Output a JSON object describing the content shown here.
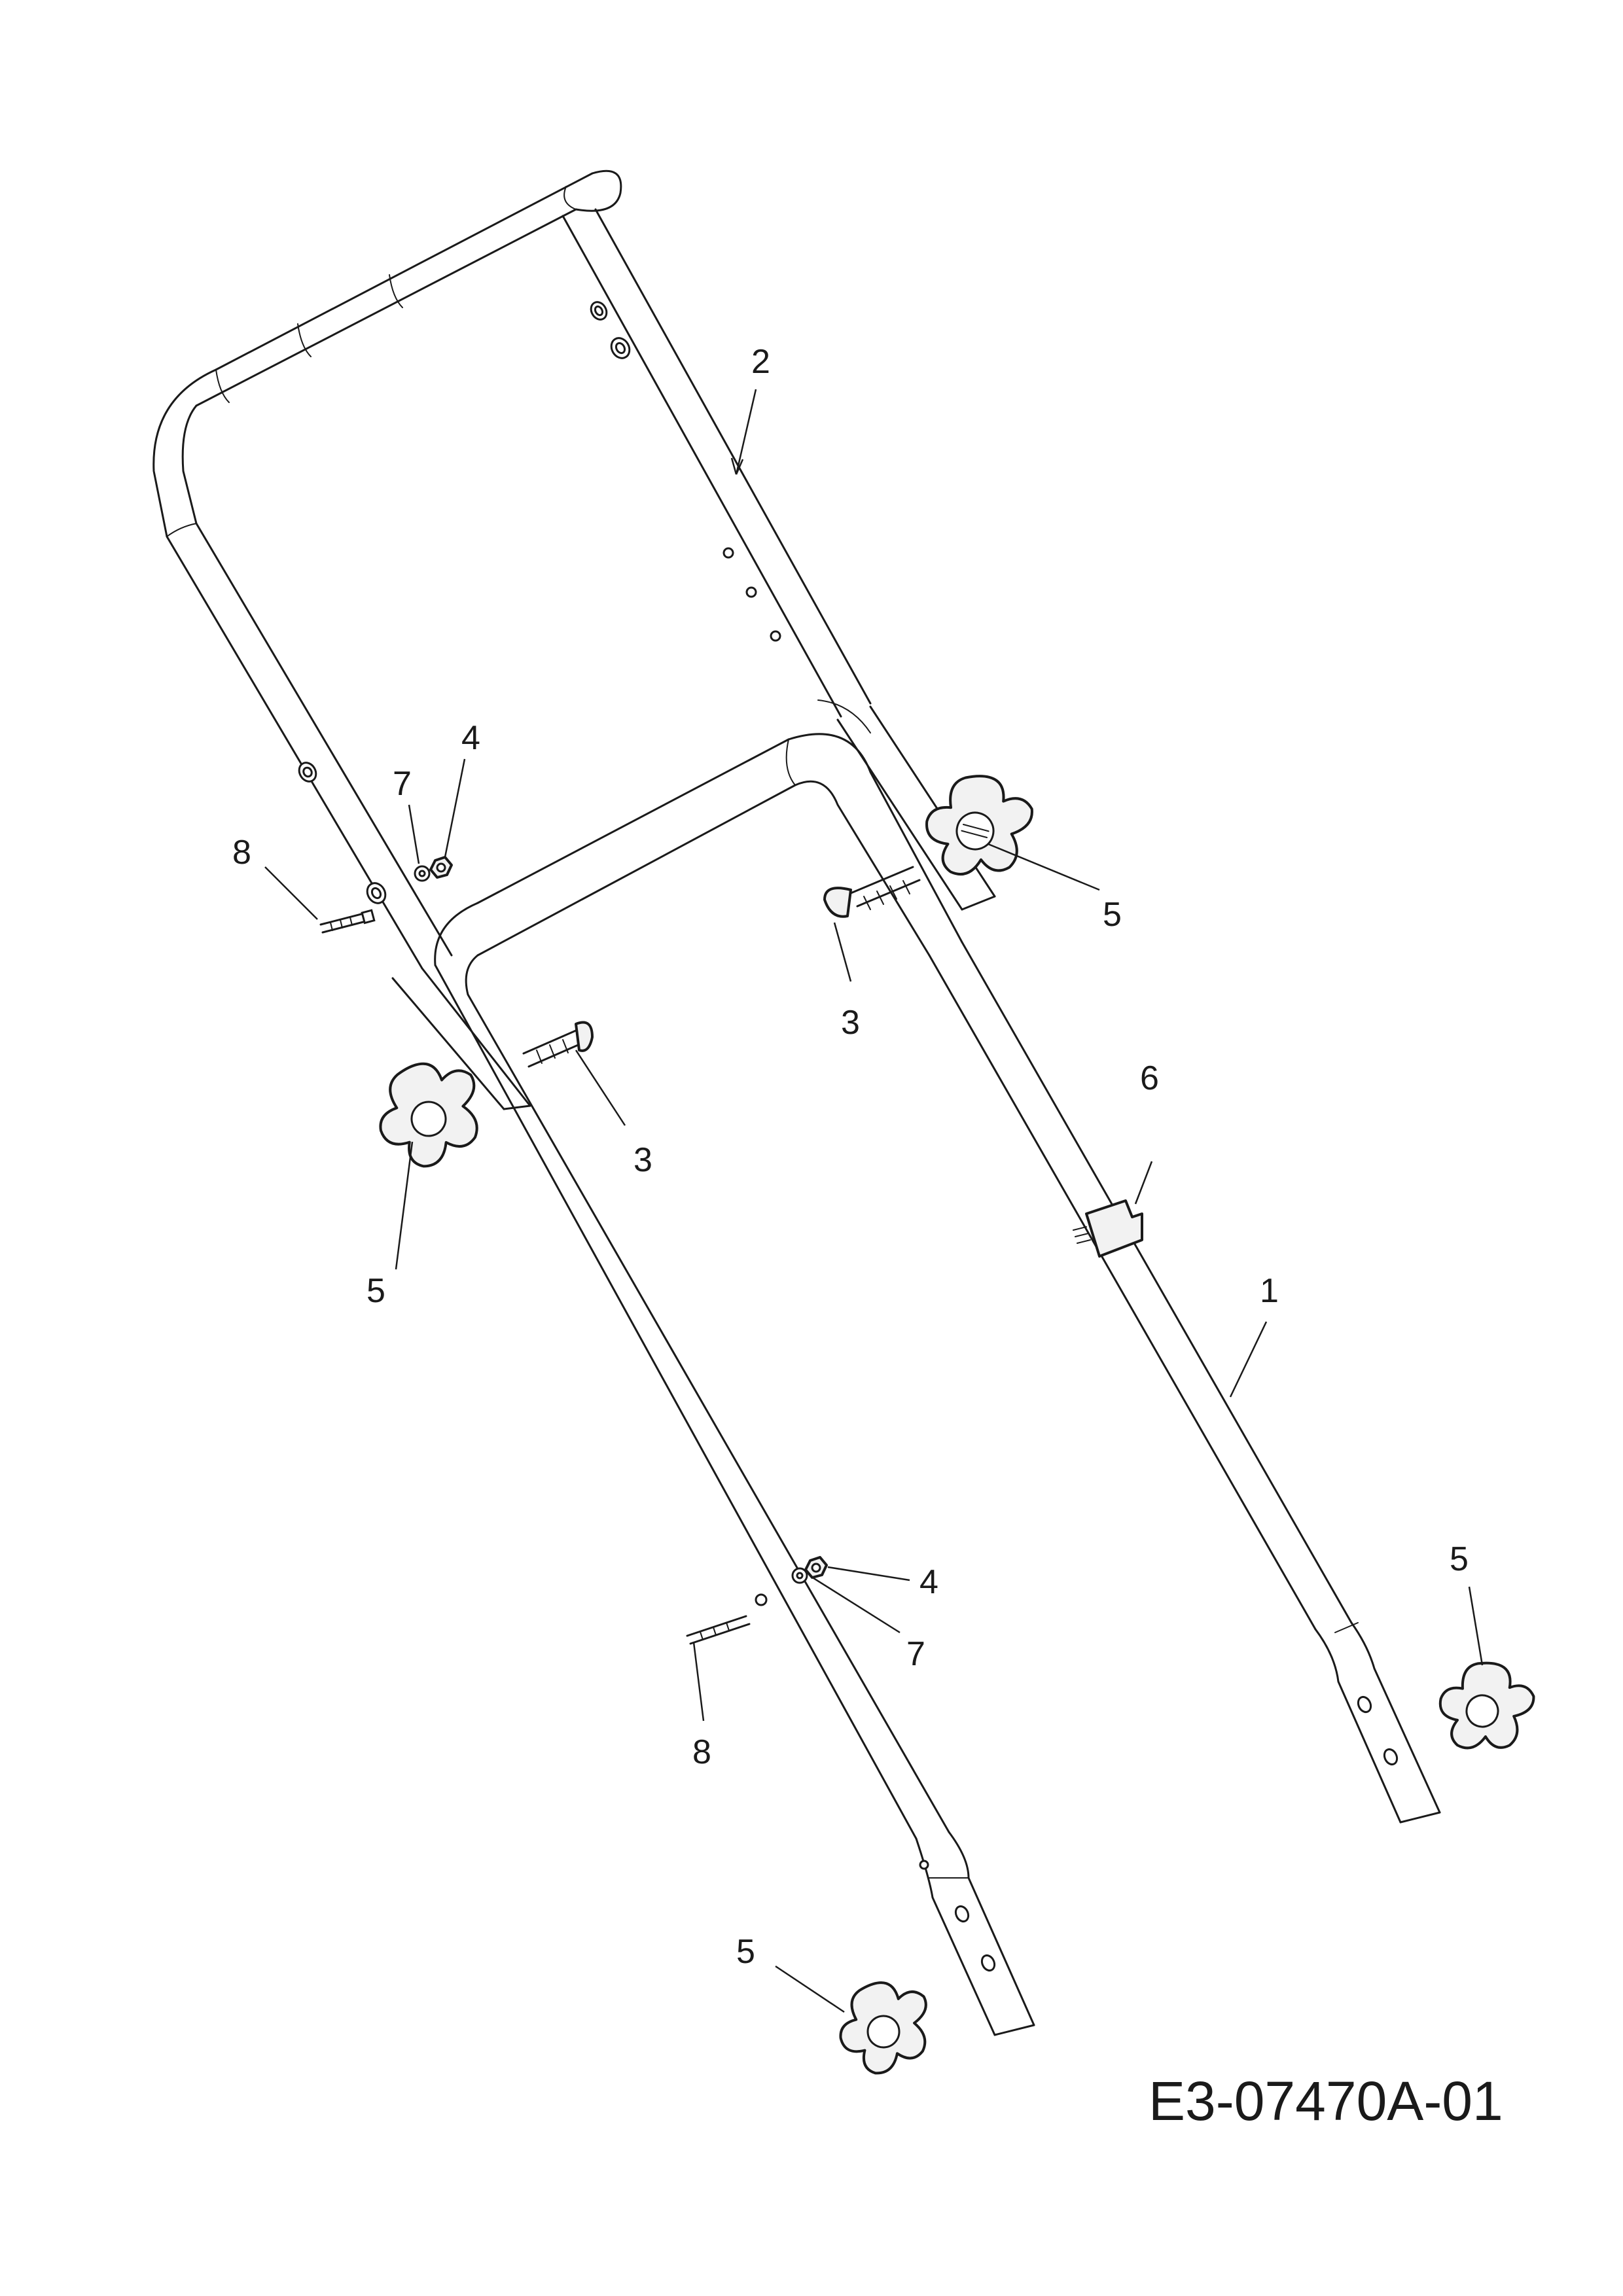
{
  "drawing_code": "E3-07470A-01",
  "callouts": {
    "c1": "1",
    "c2": "2",
    "c3a": "3",
    "c3b": "3",
    "c4a": "4",
    "c4b": "4",
    "c5a": "5",
    "c5b": "5",
    "c5c": "5",
    "c5d": "5",
    "c6": "6",
    "c7a": "7",
    "c7b": "7",
    "c8a": "8",
    "c8b": "8"
  },
  "icons": [
    "star-knob-icon",
    "carriage-bolt-icon",
    "hex-nut-icon",
    "washer-icon",
    "pin-icon",
    "cable-clip-icon"
  ]
}
